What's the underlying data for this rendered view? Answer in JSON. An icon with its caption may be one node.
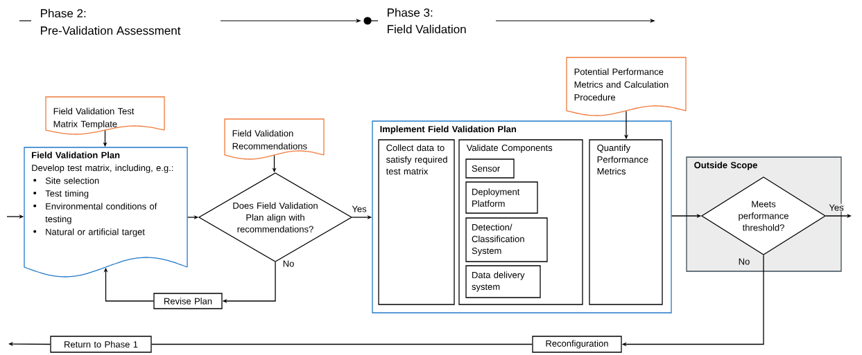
{
  "diagram": {
    "nodes": [
      {
        "text": [
          "Field Validation Test Matrix Template"
        ]
      },
      {
        "text": [
          "Field Validation Plan",
          "Develop test matrix, including, e.g.:",
          "Site selection",
          "Test timing",
          "Environmental conditions of testing",
          "Natural or artificial target"
        ]
      },
      {
        "text": [
          "Field Validation Recommendations"
        ]
      },
      {
        "text": [
          "Does Field Validation Plan align with recommendations?"
        ]
      },
      {
        "text": [
          "Revise Plan"
        ]
      },
      {
        "text": [
          "Implement Field Validation Plan"
        ]
      },
      {
        "text": [
          "Collect data to satisfy required test matrix"
        ],
        "in": 5
      },
      {
        "text": [
          "Validate Components"
        ],
        "in": 5
      },
      {
        "text": [
          "Sensor"
        ],
        "in": 7
      },
      {
        "text": [
          "Deployment Platform"
        ],
        "in": 7
      },
      {
        "text": [
          "Detection/ Classification System"
        ],
        "in": 7
      },
      {
        "text": [
          "Data delivery system"
        ],
        "in": 7
      },
      {
        "text": [
          "Potential Performance Metrics and Calculation Procedure"
        ]
      },
      {
        "text": [
          "Quantify Performance Metrics"
        ],
        "in": 5
      },
      {
        "text": [
          "Outside Scope"
        ]
      },
      {
        "text": [
          "Meets performance threshold?"
        ],
        "in": 14
      },
      {
        "text": [
          "Reconfiguration"
        ]
      },
      {
        "text": [
          "Return to Phase 1"
        ]
      }
    ],
    "edges": [
      {
        "from": 0,
        "to": 1,
        "arrow": "to"
      },
      {
        "from": null,
        "to": 1,
        "arrow": "to"
      },
      {
        "from": 1,
        "to": 3,
        "arrow": "to"
      },
      {
        "from": 2,
        "to": 3,
        "arrow": "to"
      },
      {
        "from": 3,
        "to": 5,
        "arrow": "to",
        "label": "Yes"
      },
      {
        "from": 3,
        "to": 4,
        "arrow": "to",
        "label": "No"
      },
      {
        "from": 4,
        "to": 1,
        "arrow": "to"
      },
      {
        "from": 12,
        "to": 13,
        "arrow": "to"
      },
      {
        "from": 5,
        "to": 15,
        "arrow": "to"
      },
      {
        "from": 15,
        "to": null,
        "arrow": "to",
        "label": "Yes"
      },
      {
        "from": 15,
        "to": 16,
        "arrow": "to",
        "label": "No"
      },
      {
        "from": 16,
        "to": 17,
        "arrow": "none"
      },
      {
        "from": 17,
        "to": null,
        "arrow": "to"
      }
    ],
    "labels": [
      "Phase 2:",
      "Pre-Validation Assessment",
      "Phase 3:",
      "Field Validation"
    ]
  }
}
